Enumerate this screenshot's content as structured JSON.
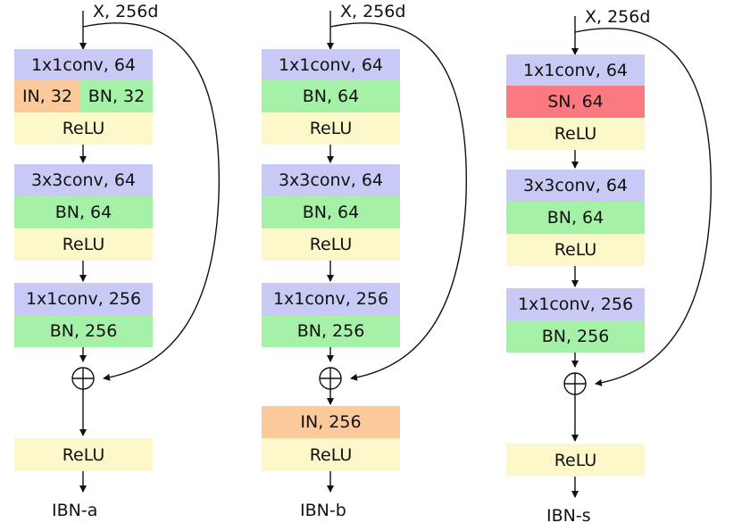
{
  "diagrams": [
    {
      "input_label": "X, 256d",
      "output_label": "IBN-a",
      "blocks": {
        "conv1": "1x1conv, 64",
        "in_half": "IN, 32",
        "bn_half": "BN, 32",
        "relu1": "ReLU",
        "conv2": "3x3conv, 64",
        "bn2": "BN, 64",
        "relu2": "ReLU",
        "conv3": "1x1conv, 256",
        "bn3": "BN, 256",
        "relu_out": "ReLU"
      }
    },
    {
      "input_label": "X, 256d",
      "output_label": "IBN-b",
      "blocks": {
        "conv1": "1x1conv, 64",
        "bn1": "BN, 64",
        "relu1": "ReLU",
        "conv2": "3x3conv, 64",
        "bn2": "BN, 64",
        "relu2": "ReLU",
        "conv3": "1x1conv, 256",
        "bn3": "BN, 256",
        "in_out": "IN, 256",
        "relu_out": "ReLU"
      }
    },
    {
      "input_label": "X, 256d",
      "output_label": "IBN-s",
      "blocks": {
        "conv1": "1x1conv, 64",
        "sn1": "SN, 64",
        "relu1": "ReLU",
        "conv2": "3x3conv, 64",
        "bn2": "BN, 64",
        "relu2": "ReLU",
        "conv3": "1x1conv, 256",
        "bn3": "BN, 256",
        "relu_out": "ReLU"
      }
    }
  ],
  "colors": {
    "conv": "#c9c9f5",
    "bn": "#a5f1a7",
    "relu": "#fdf8c9",
    "in": "#fcc99b",
    "sn": "#fb7a82",
    "line": "#111111"
  }
}
